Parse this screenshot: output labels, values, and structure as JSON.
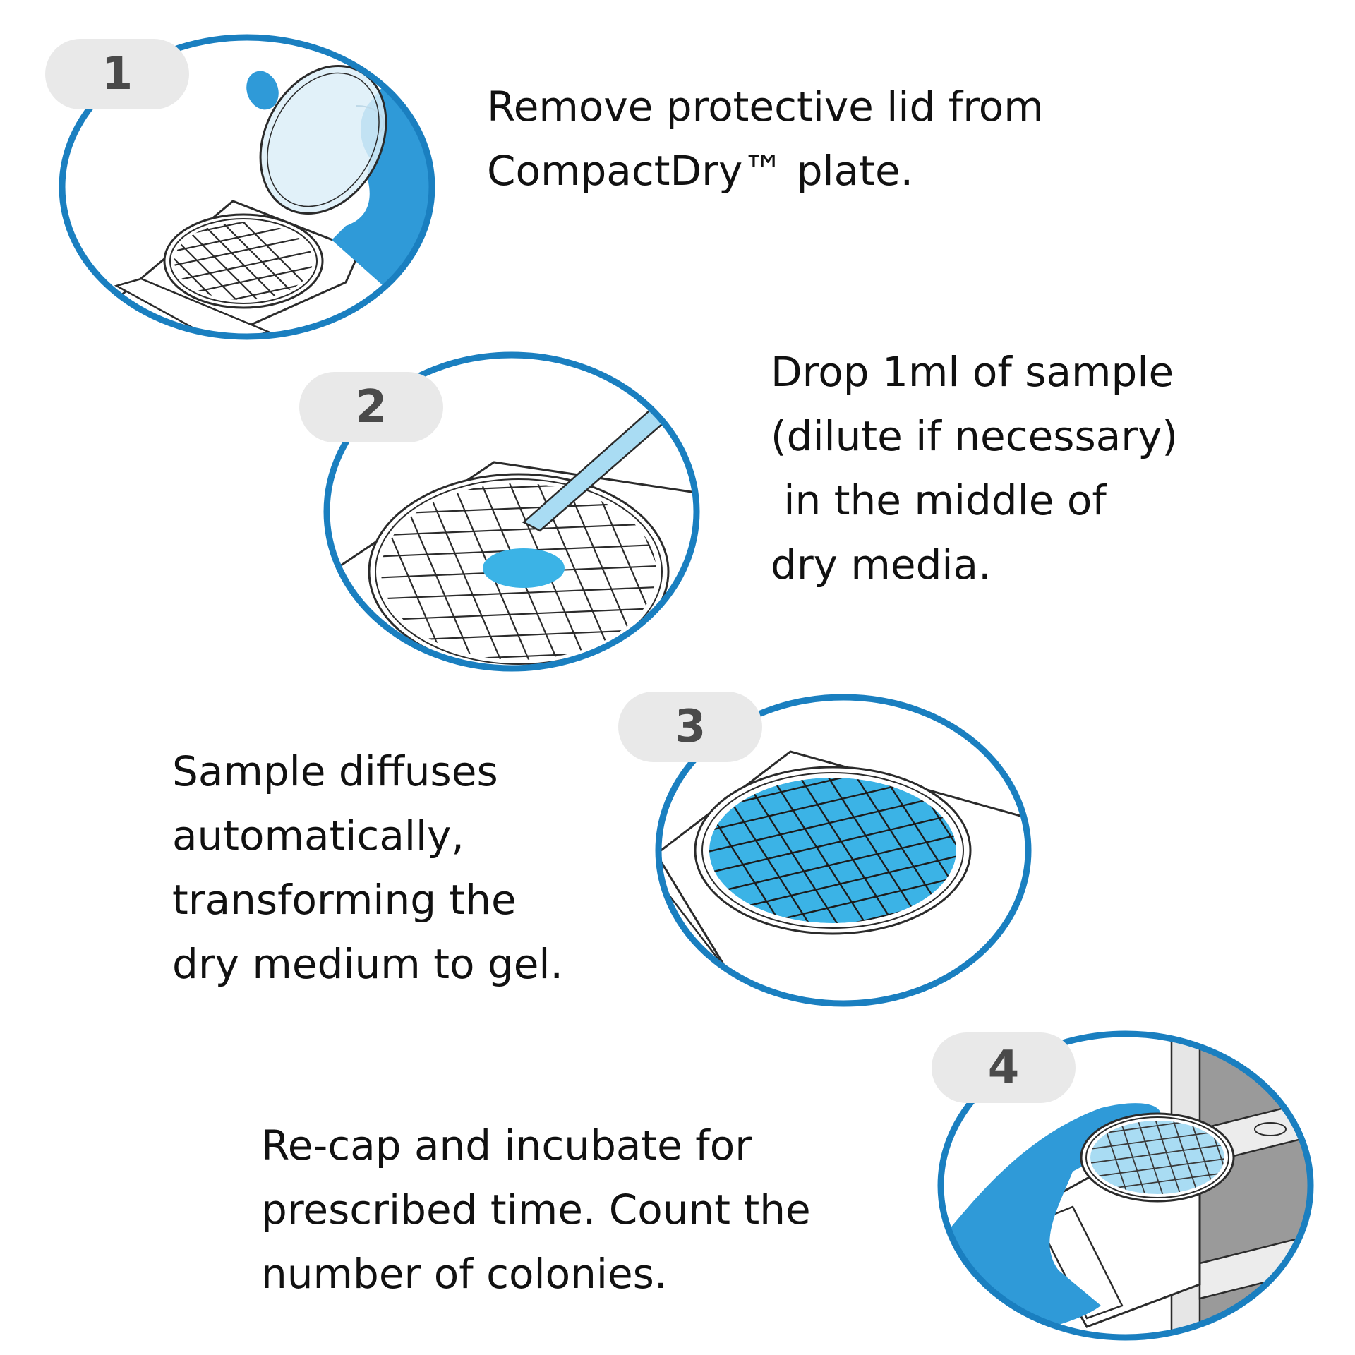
{
  "colors": {
    "ring": "#1a7fc0",
    "glove": "#2f9ad8",
    "medium": "#3bb3e6",
    "medium_light": "#a9dcf3",
    "line": "#2b2b2b",
    "badge_bg": "#e9e9e9",
    "badge_text": "#4a4a4a"
  },
  "steps": [
    {
      "number": "1",
      "lines": [
        "Remove protective lid from",
        "CompactDry™ plate."
      ]
    },
    {
      "number": "2",
      "lines": [
        "Drop 1ml of sample",
        "(dilute if necessary)",
        " in the middle of",
        "dry media."
      ]
    },
    {
      "number": "3",
      "lines": [
        "Sample diffuses",
        "automatically,",
        "transforming the",
        "dry medium to gel."
      ]
    },
    {
      "number": "4",
      "lines": [
        "Re-cap and incubate for",
        "prescribed time. Count the",
        "number of colonies."
      ]
    }
  ]
}
